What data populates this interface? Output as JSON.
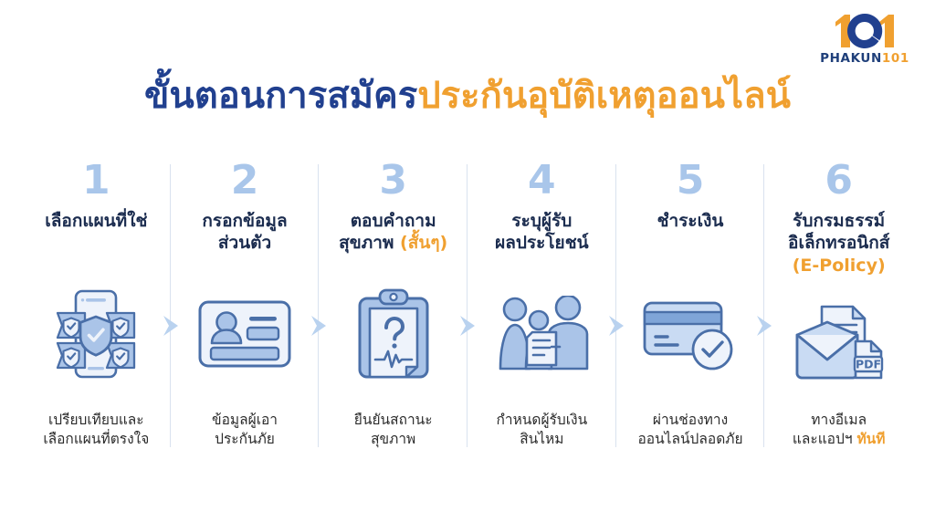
{
  "logo": {
    "name": "PHAKUN101",
    "mark_text": "101",
    "word_primary": "PHAKUN",
    "word_accent": "101",
    "colors": {
      "orange": "#f0a030",
      "blue": "#21408f"
    }
  },
  "title": {
    "part_blue": "ขั้นตอนการสมัคร",
    "part_orange": "ประกันอุบัติเหตุออนไลน์",
    "color_blue": "#21408f",
    "color_orange": "#f0a030"
  },
  "theme": {
    "number_color": "#a9c6ea",
    "heading_color": "#1b2c4f",
    "caption_color": "#2c2c2c",
    "divider_color": "#d9e2ef",
    "icon_fill": "#aac4e8",
    "icon_stroke": "#4a6fa8",
    "icon_light": "#eef3fb"
  },
  "steps": [
    {
      "number": "1",
      "title_line1": "เลือกแผนที่ใช่",
      "title_line2": "",
      "title_line3": "",
      "icon": "phone-shields-icon",
      "caption_line1": "เปรียบเทียบและ",
      "caption_line2": "เลือกแผนที่ตรงใจ",
      "caption_highlight": ""
    },
    {
      "number": "2",
      "title_line1": "กรอกข้อมูล",
      "title_line2": "ส่วนตัว",
      "title_line3": "",
      "icon": "id-card-icon",
      "caption_line1": "ข้อมูลผู้เอา",
      "caption_line2": "ประกันภัย",
      "caption_highlight": ""
    },
    {
      "number": "3",
      "title_line1": "ตอบคำถาม",
      "title_line2": "สุขภาพ ",
      "title_line2_highlight": "(สั้นๆ)",
      "title_line3": "",
      "icon": "clipboard-question-icon",
      "caption_line1": "ยืนยันสถานะ",
      "caption_line2": "สุขภาพ",
      "caption_highlight": ""
    },
    {
      "number": "4",
      "title_line1": "ระบุผู้รับ",
      "title_line2": "ผลประโยชน์",
      "title_line3": "",
      "icon": "family-document-icon",
      "caption_line1": "กำหนดผู้รับเงิน",
      "caption_line2": "สินไหม",
      "caption_highlight": ""
    },
    {
      "number": "5",
      "title_line1": "ชำระเงิน",
      "title_line2": "",
      "title_line3": "",
      "icon": "credit-card-check-icon",
      "caption_line1": "ผ่านช่องทาง",
      "caption_line2": "ออนไลน์ปลอดภัย",
      "caption_highlight": ""
    },
    {
      "number": "6",
      "title_line1": "รับกรมธรรม์",
      "title_line2": "อิเล็กทรอนิกส์",
      "title_line3": "(E-Policy)",
      "icon": "email-pdf-icon",
      "caption_line1": "ทางอีเมล",
      "caption_line2": "และแอปฯ ",
      "caption_highlight": "ทันที"
    }
  ],
  "arrow": {
    "name": "chevron-right-icon",
    "color": "#b9d2ef"
  }
}
